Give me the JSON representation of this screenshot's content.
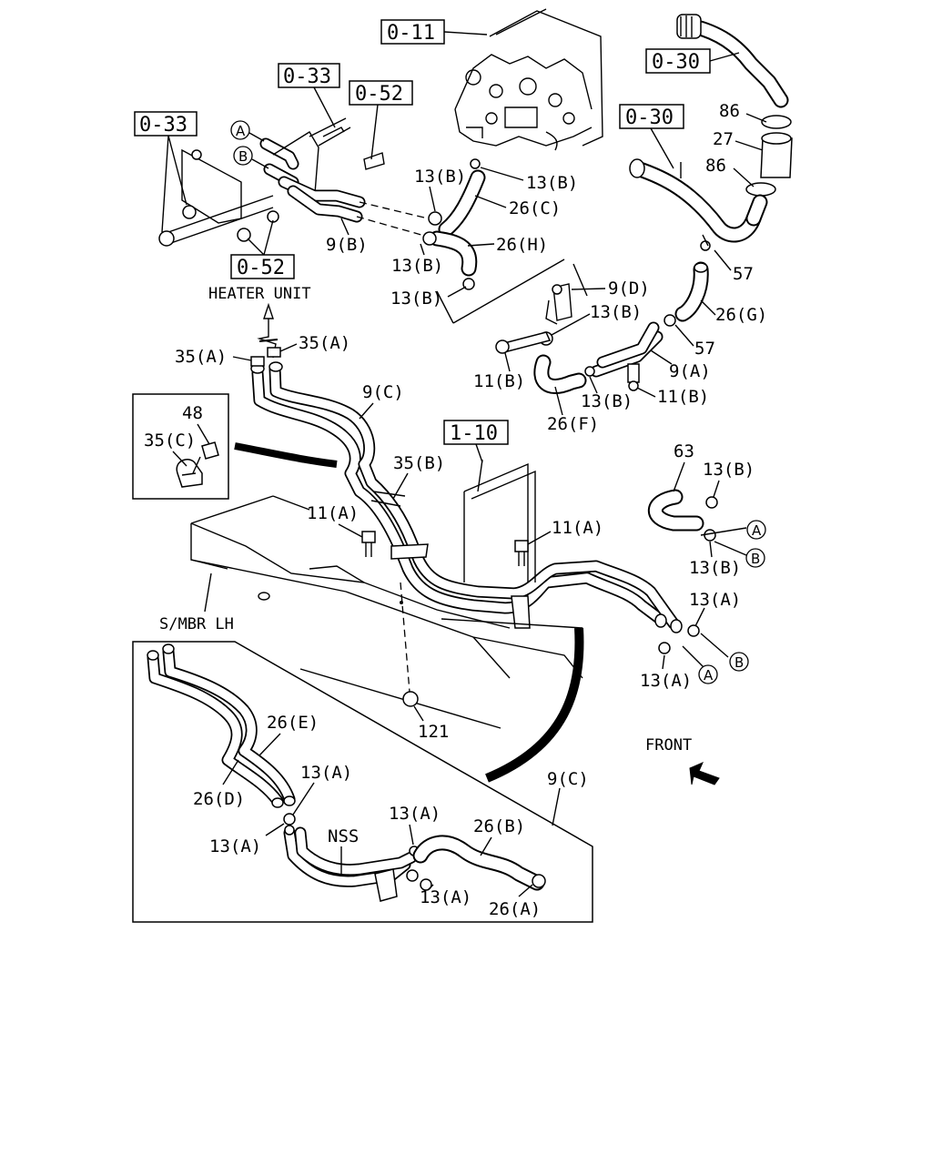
{
  "references": {
    "r_0_11": "0-11",
    "r_0_33_top": "0-33",
    "r_0_33_left": "0-33",
    "r_0_52_top": "0-52",
    "r_0_52_bottom": "0-52",
    "r_0_30_top": "0-30",
    "r_0_30_mid": "0-30",
    "r_1_10": "1-10"
  },
  "circle_labels": {
    "a": "A",
    "b": "B"
  },
  "text_labels": {
    "heater_unit": "HEATER UNIT",
    "smbr_lh": "S/MBR LH",
    "front": "FRONT",
    "nss": "NSS"
  },
  "part_numbers": {
    "p86": "86",
    "p27": "27",
    "p57": "57",
    "p9b": "9(B)",
    "p9c": "9(C)",
    "p9d": "9(D)",
    "p9a": "9(A)",
    "p13b": "13(B)",
    "p13a": "13(A)",
    "p26c": "26(C)",
    "p26h": "26(H)",
    "p26g": "26(G)",
    "p26f": "26(F)",
    "p26e": "26(E)",
    "p26d": "26(D)",
    "p26b": "26(B)",
    "p26a": "26(A)",
    "p11b": "11(B)",
    "p11a": "11(A)",
    "p35a": "35(A)",
    "p35b": "35(B)",
    "p35c": "35(C)",
    "p48": "48",
    "p63": "63",
    "p121": "121"
  }
}
